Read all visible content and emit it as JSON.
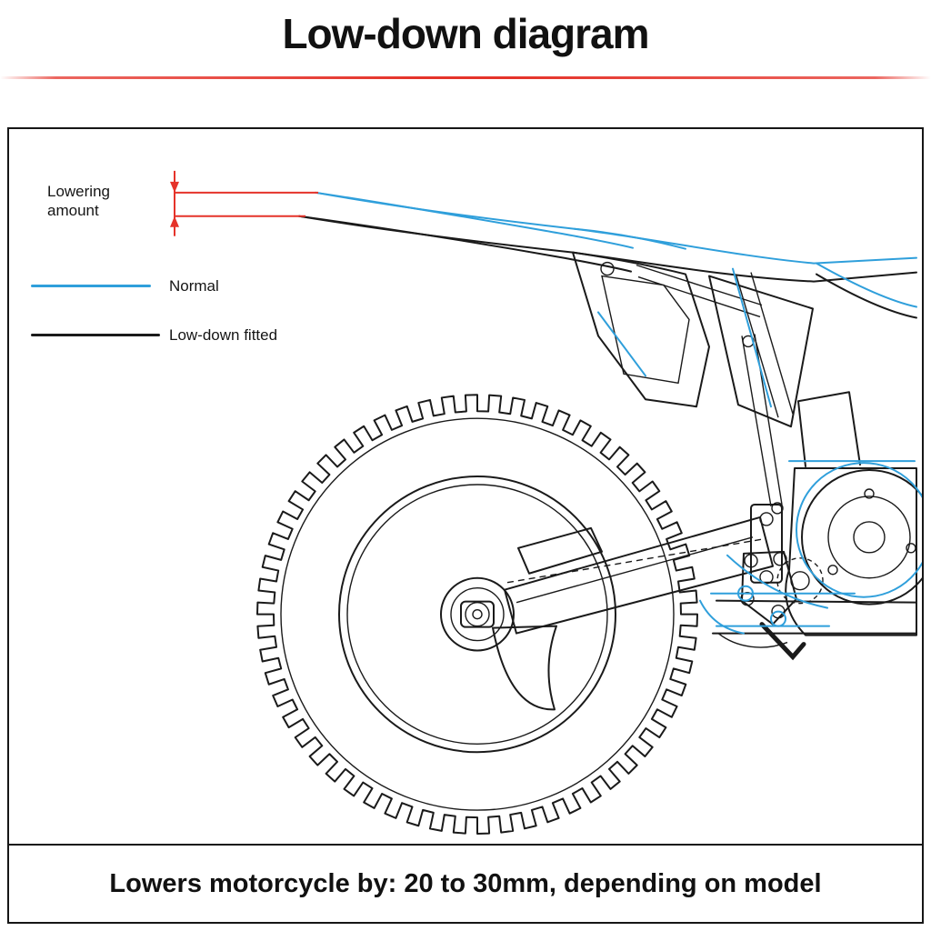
{
  "title": "Low-down diagram",
  "dimension": {
    "label": "Lowering amount"
  },
  "legend": {
    "normal": "Normal",
    "lowdown": "Low-down fitted"
  },
  "footer": {
    "text": "Lowers motorcycle by: 20 to 30mm, depending on model"
  },
  "colors": {
    "normal_blue": "#2f9fdb",
    "lowdown_black": "#1a1a1a",
    "dimension_red": "#e5332a",
    "title_rule_red": "#e5332a"
  }
}
